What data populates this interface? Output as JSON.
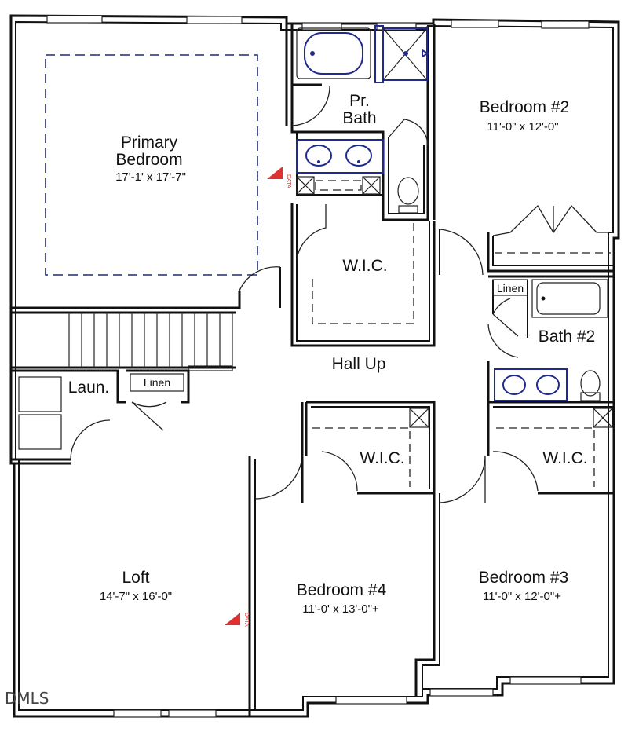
{
  "rooms": {
    "primary_bedroom": {
      "name_line1": "Primary",
      "name_line2": "Bedroom",
      "dims": "17'-1' x 17'-7\""
    },
    "primary_bath": {
      "name_line1": "Pr.",
      "name_line2": "Bath"
    },
    "bedroom2": {
      "name": "Bedroom #2",
      "dims": "11'-0\" x 12'-0\""
    },
    "wic_primary": {
      "name": "W.I.C."
    },
    "linen_bath2": {
      "name": "Linen"
    },
    "bath2": {
      "name": "Bath #2"
    },
    "hall": {
      "name": "Hall Up"
    },
    "laundry": {
      "name": "Laun."
    },
    "linen_laundry": {
      "name": "Linen"
    },
    "wic_bed4": {
      "name": "W.I.C."
    },
    "wic_bed3": {
      "name": "W.I.C."
    },
    "loft": {
      "name": "Loft",
      "dims": "14'-7\" x 16'-0\""
    },
    "bedroom4": {
      "name": "Bedroom #4",
      "dims": "11'-0' x 13'-0\"+"
    },
    "bedroom3": {
      "name": "Bedroom #3",
      "dims": "11'-0\" x 12'-0\"+"
    }
  },
  "markers": [
    {
      "label": "DATA"
    },
    {
      "label": "DATA"
    }
  ],
  "watermark": "DMLS",
  "colors": {
    "wall": "#111111",
    "fixture": "#1f2a8c",
    "marker": "#e23030"
  }
}
